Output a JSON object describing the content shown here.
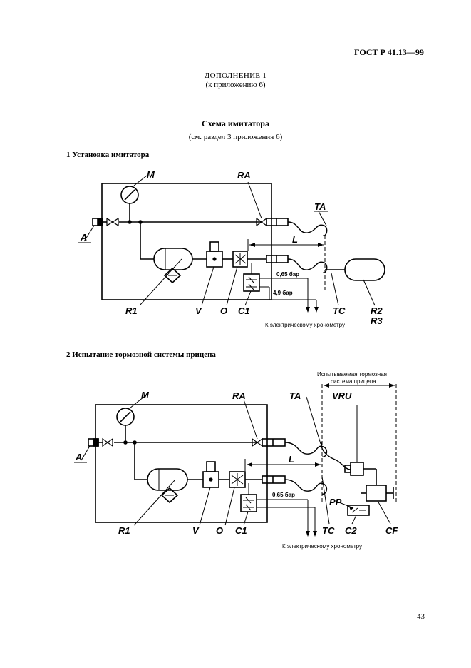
{
  "header": {
    "standard": "ГОСТ Р 41.13—99"
  },
  "addendum": {
    "title": "ДОПОЛНЕНИЕ 1",
    "subtitle": "(к приложению 6)"
  },
  "scheme": {
    "title": "Схема имитатора",
    "subtitle": "(см. раздел 3 приложения 6)"
  },
  "figure1": {
    "heading": "1 Установка имитатора",
    "labels": {
      "M": "M",
      "RA": "RA",
      "TA": "TA",
      "A": "A",
      "L": "L",
      "R1": "R1",
      "V": "V",
      "O": "O",
      "C1": "C1",
      "TC": "TC",
      "R2": "R2",
      "R3": "R3"
    },
    "pressure1": "0,65 бар",
    "pressure2": "4,9 бар",
    "caption": "К электрическому хронометру"
  },
  "figure2": {
    "heading": "2 Испытание тормозной системы прицепа",
    "tested_system": [
      "Испытываемая тормозная",
      "система прицепа"
    ],
    "labels": {
      "M": "M",
      "RA": "RA",
      "TA": "TA",
      "VRU": "VRU",
      "A": "A",
      "L": "L",
      "PP": "PP",
      "R1": "R1",
      "V": "V",
      "O": "O",
      "C1": "C1",
      "TC": "TC",
      "C2": "C2",
      "CF": "CF"
    },
    "pressure1": "0,65 бар",
    "caption": "К электрическому хронометру"
  },
  "footer": {
    "page": "43"
  }
}
